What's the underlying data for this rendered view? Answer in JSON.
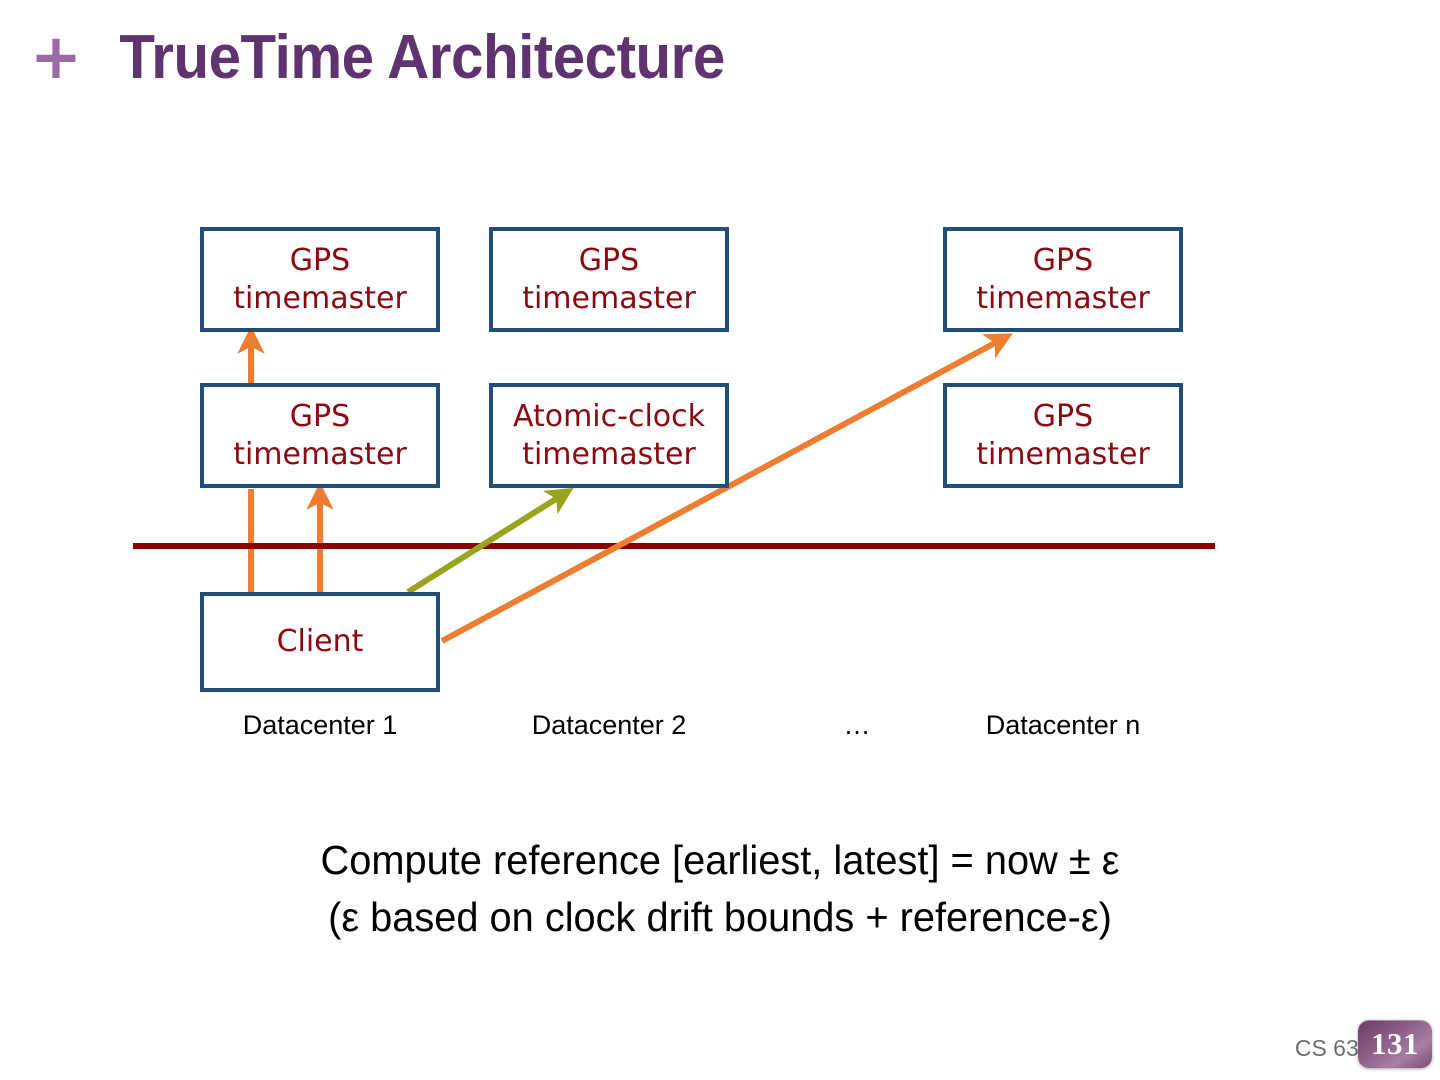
{
  "slide": {
    "title": "TrueTime Architecture",
    "bullet_glyph": "+",
    "title_color": "#5E3370",
    "plus_color": "#9B6BA8"
  },
  "diagram": {
    "box_border_color": "#1F4E79",
    "box_text_color": "#8B0A12",
    "boundary_line_color": "#8B0000",
    "arrow_orange_color": "#ED7D31",
    "arrow_olive_color": "#97A41C",
    "nodes": [
      {
        "id": "dc1-top",
        "label": "GPS\ntimemaster",
        "line1": "GPS",
        "line2": "timemaster"
      },
      {
        "id": "dc1-mid",
        "label": "GPS\ntimemaster",
        "line1": "GPS",
        "line2": "timemaster"
      },
      {
        "id": "dc2-top",
        "label": "GPS\ntimemaster",
        "line1": "GPS",
        "line2": "timemaster"
      },
      {
        "id": "dc2-mid",
        "label": "Atomic-clock\ntimemaster",
        "line1": "Atomic-clock",
        "line2": "timemaster"
      },
      {
        "id": "dcn-top",
        "label": "GPS\ntimemaster",
        "line1": "GPS",
        "line2": "timemaster"
      },
      {
        "id": "dcn-mid",
        "label": "GPS\ntimemaster",
        "line1": "GPS",
        "line2": "timemaster"
      },
      {
        "id": "client",
        "label": "Client",
        "line1": "Client",
        "line2": ""
      }
    ],
    "datacenter_labels": [
      "Datacenter 1",
      "Datacenter 2",
      "…",
      "Datacenter n"
    ]
  },
  "caption": {
    "line1": "Compute reference [earliest, latest] = now ± ε",
    "line2": "(ε based on clock drift bounds + reference-ε)"
  },
  "footer": {
    "course": "CS 632-2",
    "slide_number": "131"
  }
}
